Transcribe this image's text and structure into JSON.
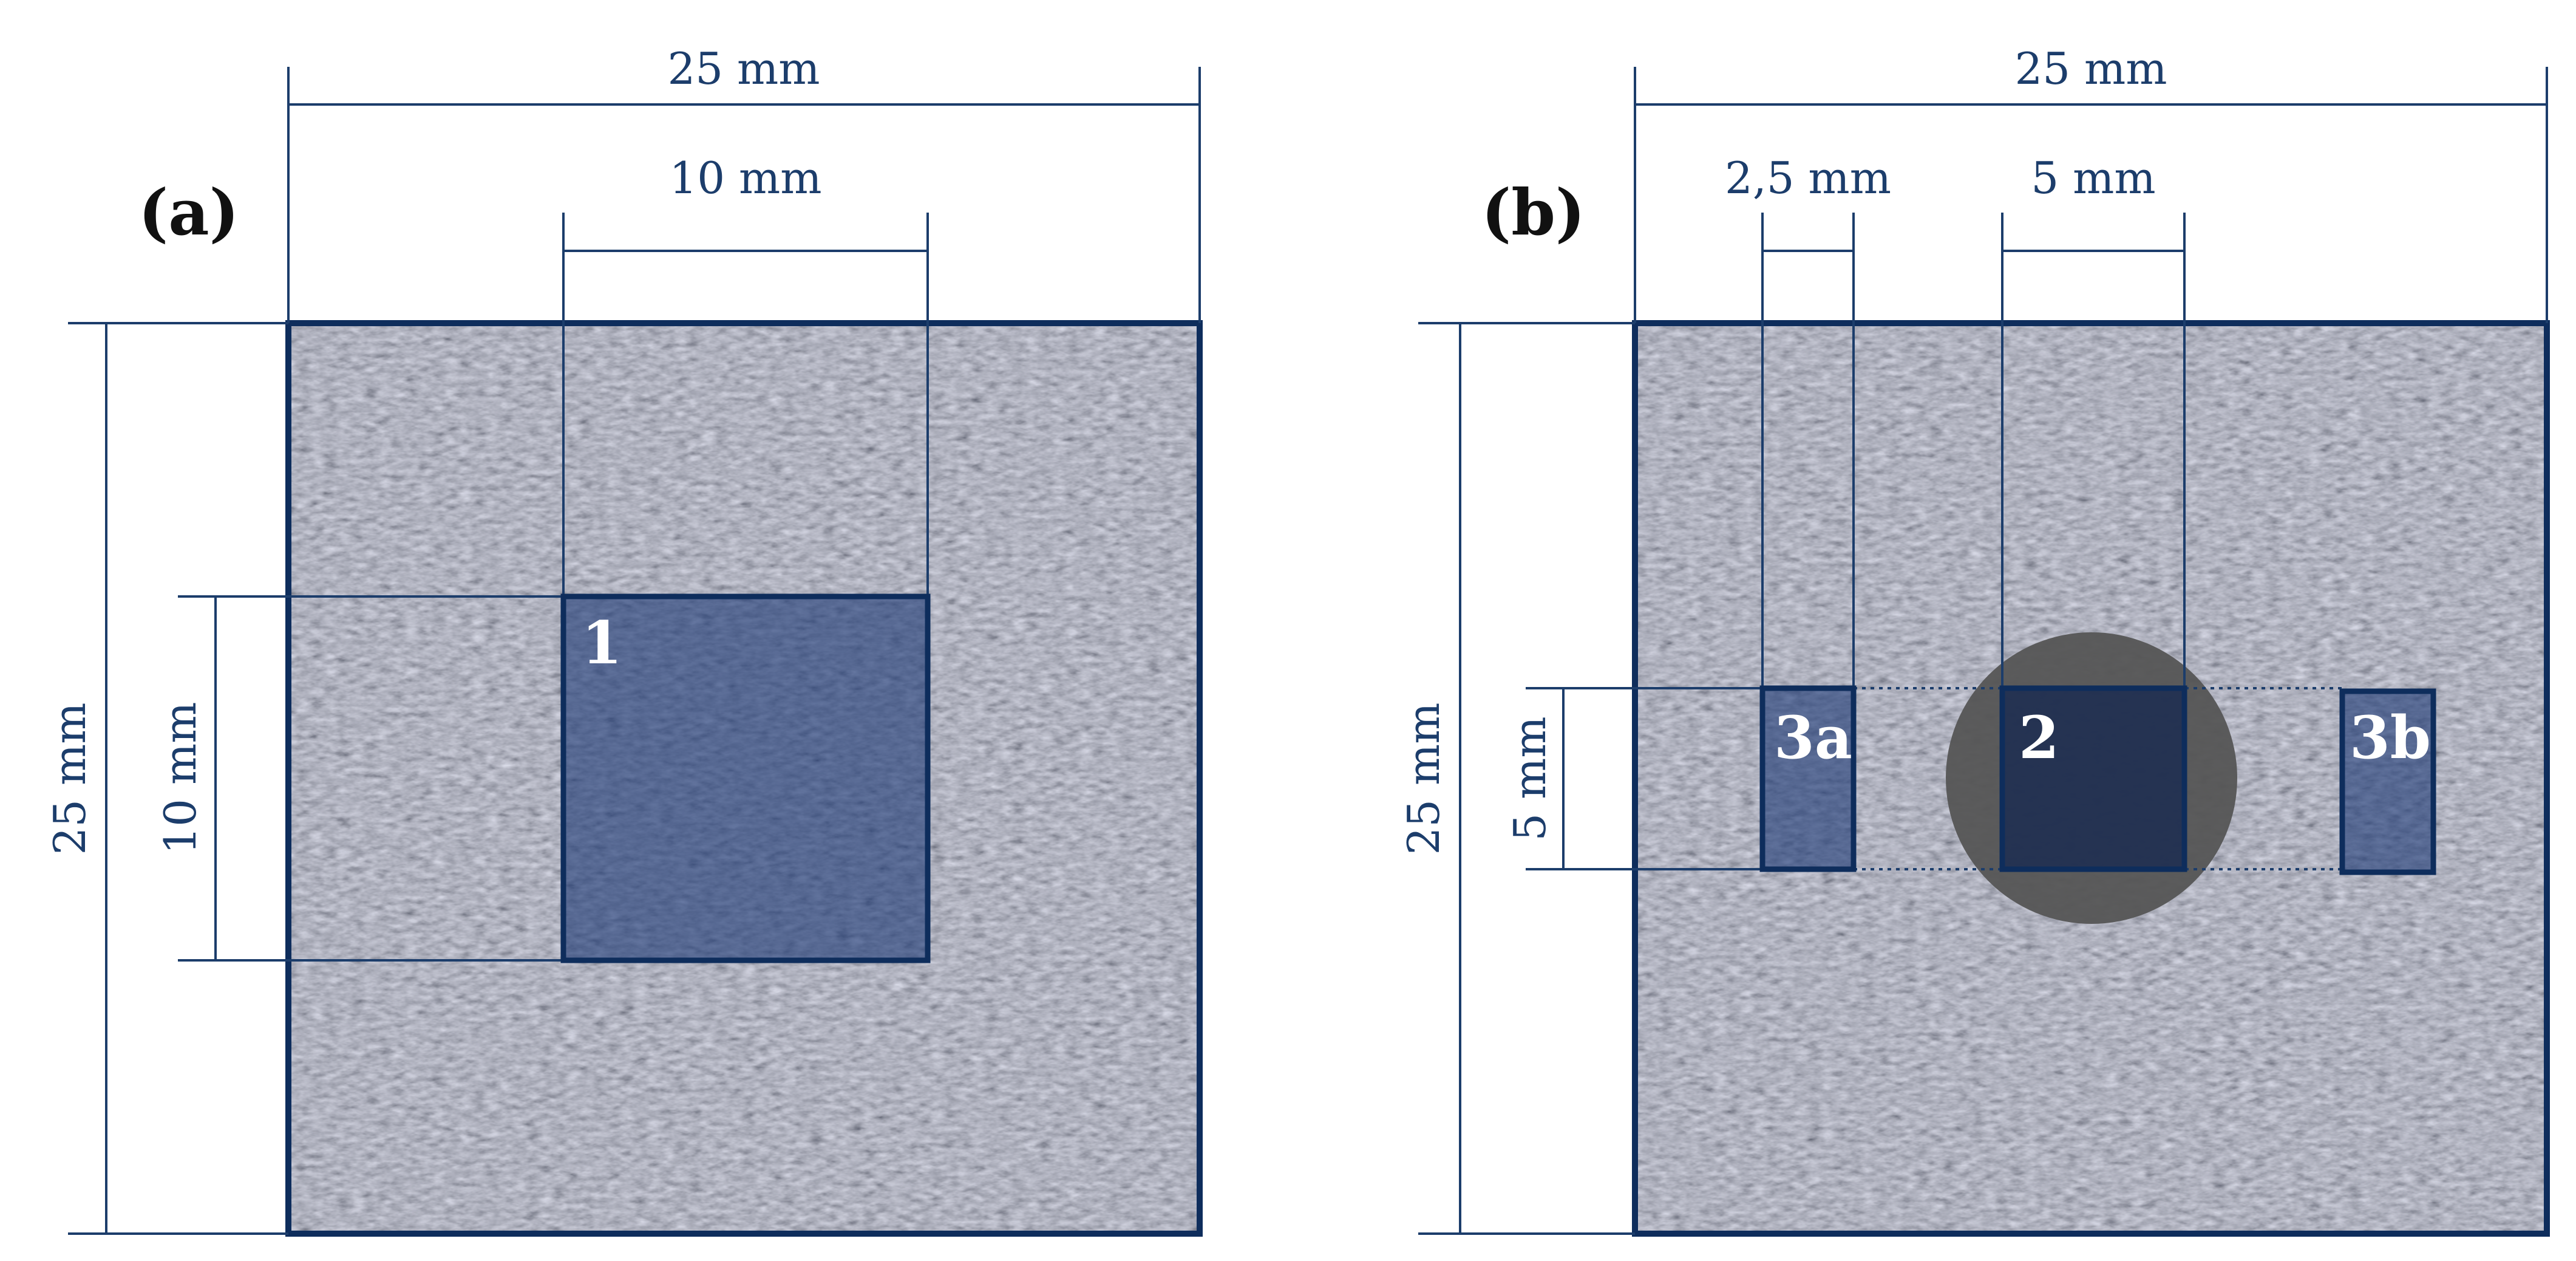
{
  "colors": {
    "dimension_line": "#1c3d6b",
    "frame": "#0e2d5c",
    "roi_fill": "#2a4a8a",
    "inclusion": "#555555",
    "speckle_base": "#7c8089"
  },
  "panel_a": {
    "label": "(a)",
    "top_dim": "25 mm",
    "inner_dim": "10 mm",
    "left_dim": "25 mm",
    "roi_height_dim": "10 mm",
    "roi_label": "1"
  },
  "panel_b": {
    "label": "(b)",
    "top_dim": "25 mm",
    "roi3_width_dim": "2,5 mm",
    "roi2_width_dim": "5 mm",
    "left_dim": "25 mm",
    "roi_height_dim": "5 mm",
    "roi_labels": [
      "3a",
      "2",
      "3b"
    ]
  }
}
